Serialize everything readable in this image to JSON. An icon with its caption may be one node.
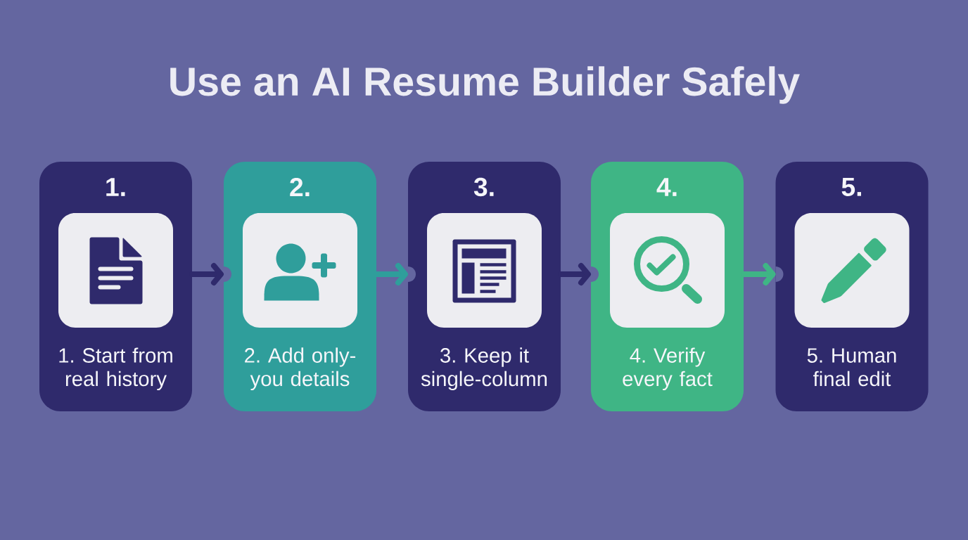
{
  "diagram": {
    "title": "Use an AI Resume Builder Safely",
    "nodes": [
      {
        "text": [
          "1.",
          "1. Start from real history"
        ]
      },
      {
        "text": [
          "2.",
          "2. Add only-you details"
        ]
      },
      {
        "text": [
          "3.",
          "3. Keep it single-column"
        ]
      },
      {
        "text": [
          "4.",
          "4. Verify every fact"
        ]
      },
      {
        "text": [
          "5.",
          "5. Human final edit"
        ]
      }
    ],
    "edges": [
      {
        "from": 0,
        "to": 1,
        "arrow": "to"
      },
      {
        "from": 1,
        "to": 2,
        "arrow": "to",
        "color": "#2f9e9b"
      },
      {
        "from": 2,
        "to": 3,
        "arrow": "to"
      },
      {
        "from": 3,
        "to": 4,
        "arrow": "to",
        "color": "#3fb585"
      }
    ]
  }
}
